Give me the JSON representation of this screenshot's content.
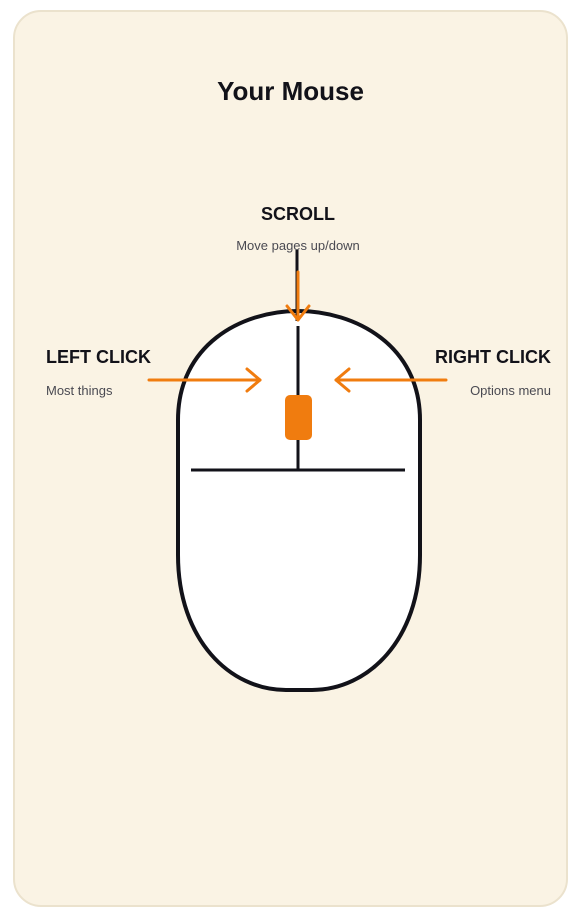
{
  "title": "Your Mouse",
  "scroll": {
    "label": "SCROLL",
    "description": "Move pages up/down"
  },
  "left_click": {
    "label": "LEFT CLICK",
    "description": "Most things"
  },
  "right_click": {
    "label": "RIGHT CLICK",
    "description": "Options menu"
  },
  "colors": {
    "background": "#faf3e4",
    "card_border": "#ebe2cd",
    "accent": "#f07c0f",
    "outline": "#121219",
    "mouse_body": "#ffffff"
  },
  "icons": [
    "mouse-icon",
    "scroll-wheel-icon",
    "arrow-down-icon",
    "arrow-right-icon",
    "arrow-left-icon"
  ]
}
